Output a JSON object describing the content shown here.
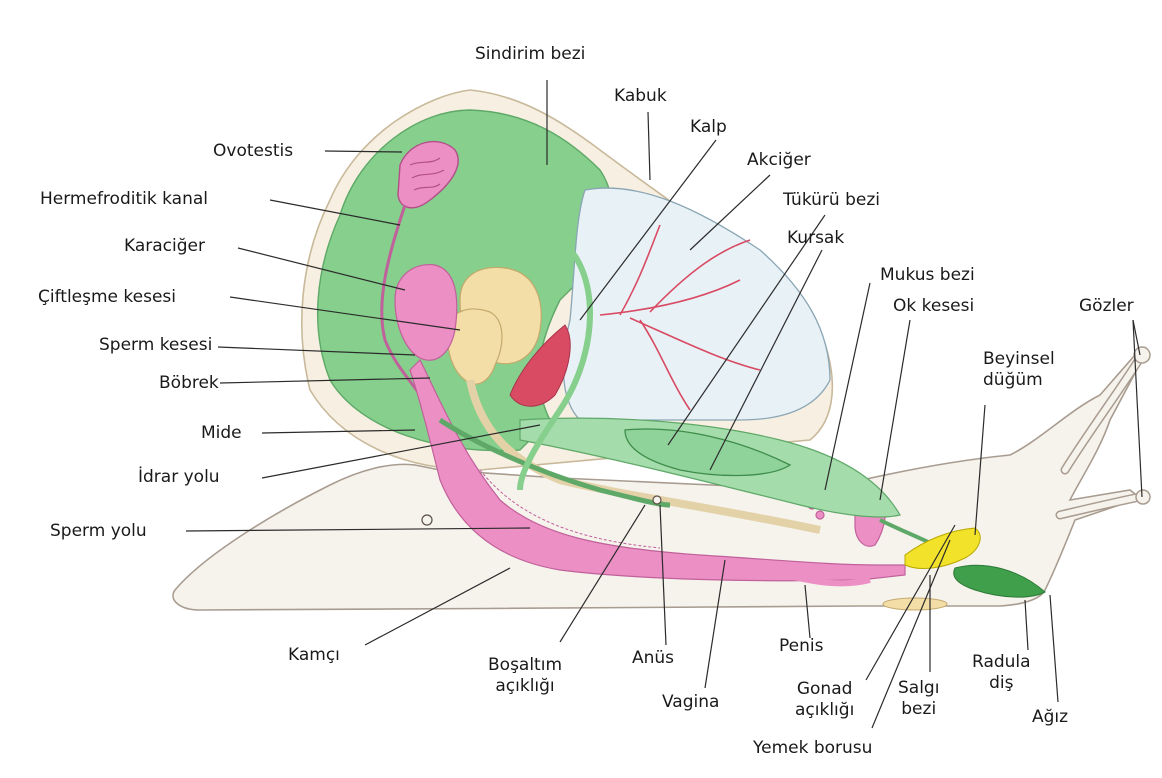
{
  "labels": {
    "sindirim_bezi": "Sindirim bezi",
    "kabuk": "Kabuk",
    "kalp": "Kalp",
    "akciger": "Akciğer",
    "tukuru_bezi": "Tükürü bezi",
    "kursak": "Kursak",
    "mukus_bezi": "Mukus bezi",
    "ok_kesesi": "Ok kesesi",
    "gozler": "Gözler",
    "beyinsel_line1": "Beyinsel",
    "beyinsel_line2": "düğüm",
    "ovotestis": "Ovotestis",
    "hermefroditik_kanal": "Hermefroditik kanal",
    "karaciger": "Karaciğer",
    "ciftlesme_kesesi": "Çiftleşme kesesi",
    "sperm_kesesi": "Sperm kesesi",
    "bobrek": "Böbrek",
    "mide": "Mide",
    "idrar_yolu": "İdrar yolu",
    "sperm_yolu": "Sperm yolu",
    "kamci": "Kamçı",
    "bosaltim_line1": "Boşaltım",
    "bosaltim_line2": "açıklığı",
    "anus": "Anüs",
    "vagina": "Vagina",
    "penis": "Penis",
    "gonad_line1": "Gonad",
    "gonad_line2": "açıklığı",
    "yemek_borusu": "Yemek borusu",
    "salgi_line1": "Salgı",
    "salgi_line2": "bezi",
    "radula_line1": "Radula",
    "radula_line2": "diş",
    "agiz": "Ağız"
  },
  "colors": {
    "body_fill": "#f6f2ec",
    "body_stroke": "#a89c90",
    "shell_rim": "#e9d9bf",
    "liver_green": "#86cf8c",
    "lung_fill": "#e8f1f6",
    "reproductive_pink": "#ec8fc4",
    "albumen_yellow": "#f3dea8",
    "heart_red": "#d94a63",
    "crop_green": "#8fd39a",
    "ganglion_yellow": "#f2e22a",
    "mouth_green": "#3f9f4b"
  }
}
